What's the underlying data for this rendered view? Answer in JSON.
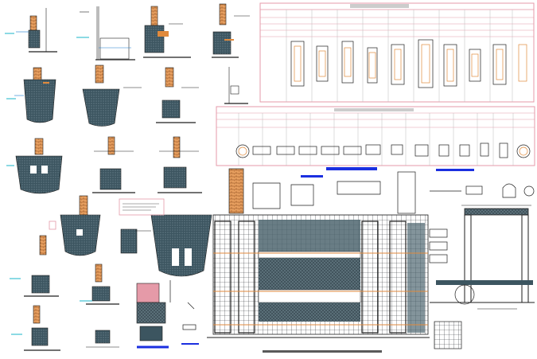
{
  "sheet": {
    "description_free": true,
    "background": "#ffffff"
  },
  "colors": {
    "foundation_fill": "#3c5560",
    "pier_fill": "#6f8790",
    "brick": "#e08a3c",
    "line": "#1e1e1e",
    "table_header": "#e59aa8",
    "dim_blue": "#1a7fd0",
    "dim_cyan": "#19b6c8",
    "highlight_blue": "#1b2fe0",
    "hatch_dark": "#2a2f36"
  },
  "schedule_tables": [
    {
      "name": "upper-schedule",
      "rows": 4,
      "columns": 10
    },
    {
      "name": "lower-schedule",
      "rows": 4,
      "columns": 14
    }
  ],
  "icons": [
    "footing-section-icon",
    "column-section-icon",
    "beam-section-icon",
    "rebar-detail-icon",
    "grid-elevation-icon"
  ]
}
